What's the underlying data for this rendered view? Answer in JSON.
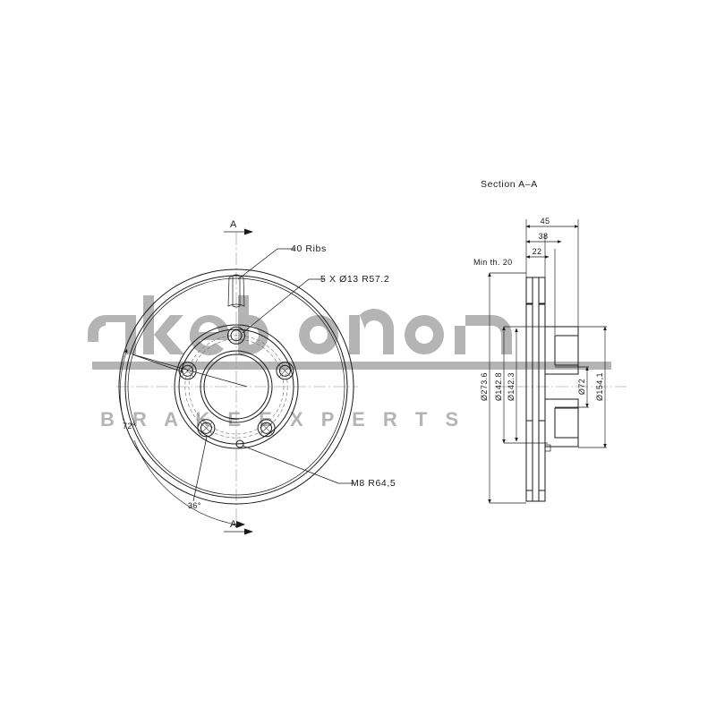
{
  "drawing": {
    "title_section": "Section A–A",
    "section_marks": {
      "top": "A",
      "bottom": "A"
    },
    "front_view": {
      "callouts": [
        {
          "id": "ribs",
          "text": "40  Ribs"
        },
        {
          "id": "holes",
          "text": "5  X  Ø13    R57.2"
        },
        {
          "id": "m8",
          "text": "M8    R64,5"
        }
      ],
      "angles": [
        {
          "id": "angle-72",
          "text": "72°"
        },
        {
          "id": "angle-36",
          "text": "36°"
        }
      ]
    },
    "section_view": {
      "min_thickness": "Min  th.  20",
      "width_dims": [
        {
          "id": "dim-45",
          "text": "45"
        },
        {
          "id": "dim-38",
          "text": "38"
        },
        {
          "id": "dim-22",
          "text": "22"
        }
      ],
      "diameter_dims_left": [
        {
          "id": "dia-273-6",
          "text": "Ø273.6"
        },
        {
          "id": "dia-142-8",
          "text": "Ø142.8"
        },
        {
          "id": "dia-142-3",
          "text": "Ø142.3"
        }
      ],
      "diameter_dims_right": [
        {
          "id": "dia-72",
          "text": "Ø72"
        },
        {
          "id": "dia-154-1",
          "text": "Ø154,1"
        }
      ]
    }
  },
  "watermark": {
    "brand": "akebono",
    "tagline": "B R A K E      E X P E R T S",
    "color": "#b4b4b4"
  },
  "colors": {
    "line": "#1a1a1a",
    "center_line": "#8c8c8c",
    "hidden_line": "#6e6e6e",
    "background": "#ffffff",
    "watermark": "#b4b4b4"
  }
}
